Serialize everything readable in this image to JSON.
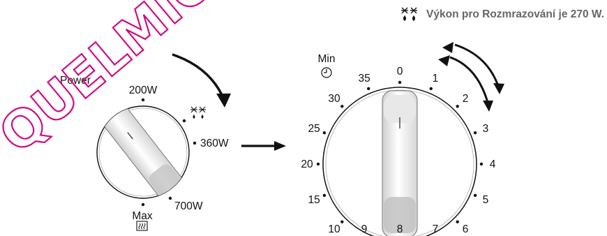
{
  "watermark": "QUELMIO",
  "note": {
    "icon": "defrost-icon",
    "text": "Výkon pro Rozmrazování je 270 W."
  },
  "power_dial": {
    "title": "Power",
    "top_label": "200W",
    "right_label": "360W",
    "lower_right_label": "700W",
    "bottom_label": "Max",
    "defrost_icon": "defrost-icon",
    "max_icon": "microwave-icon",
    "rotation": "clockwise"
  },
  "timer_dial": {
    "title": "Min",
    "title_icon": "clock-icon",
    "ticks": [
      "0",
      "1",
      "2",
      "3",
      "4",
      "5",
      "6",
      "7",
      "8",
      "9",
      "10",
      "15",
      "20",
      "25",
      "30",
      "35"
    ],
    "rotation": "both-directions"
  },
  "colors": {
    "watermark": "#d10b84",
    "note_text": "#666666",
    "ink": "#111111"
  }
}
